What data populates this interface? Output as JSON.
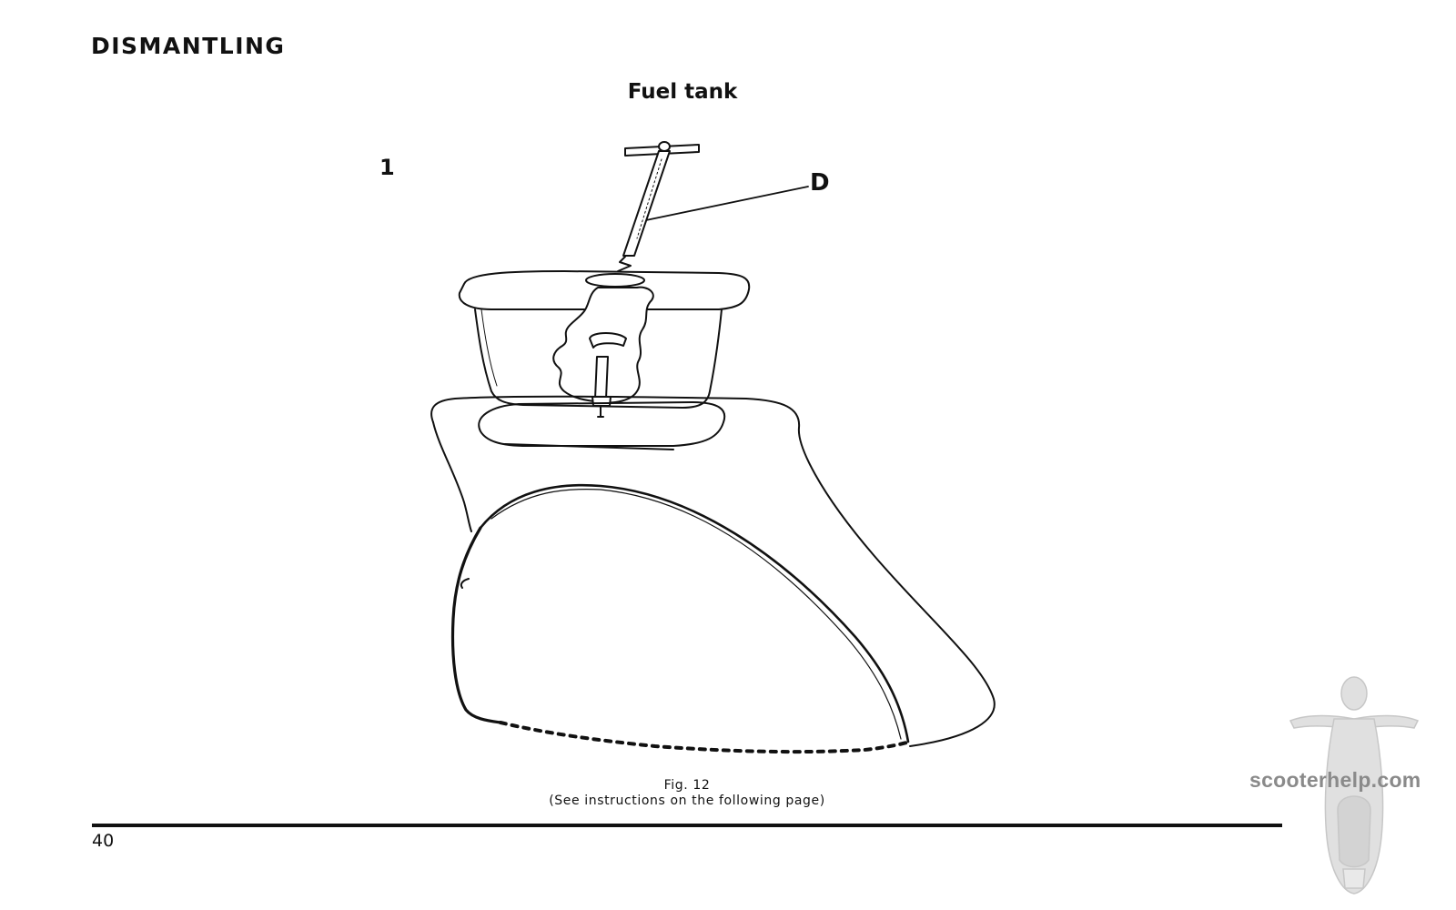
{
  "page": {
    "section_heading": "DISMANTLING",
    "figure_title": "Fuel tank",
    "figure_index": "1",
    "part_label": "D",
    "caption_line1": "Fig. 12",
    "caption_line2": "(See instructions on the following page)",
    "page_number": "40"
  },
  "watermark": {
    "text": "scooterhelp.com",
    "icon": "scooter-icon"
  },
  "colors": {
    "ink": "#111111",
    "watermark_gray": "#8a8a8a"
  }
}
